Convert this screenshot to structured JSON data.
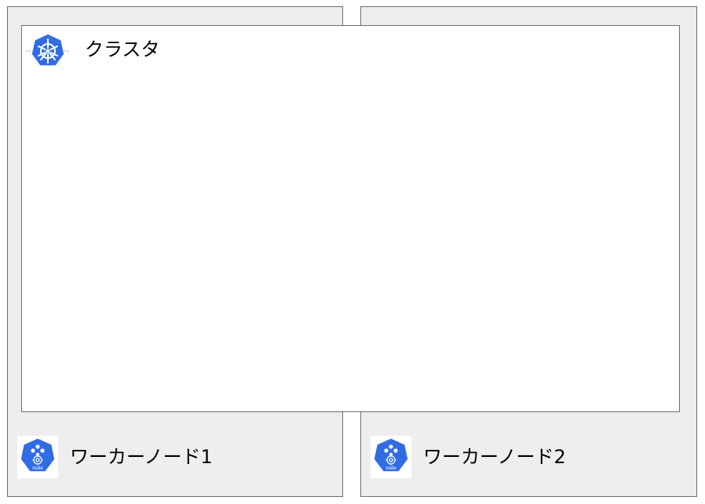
{
  "cluster": {
    "label": "クラスタ",
    "icon": "kubernetes-helm-icon"
  },
  "nodes": [
    {
      "label": "ワーカーノード1",
      "icon": "kubernetes-node-icon",
      "badge": "node"
    },
    {
      "label": "ワーカーノード2",
      "icon": "kubernetes-node-icon",
      "badge": "node"
    }
  ],
  "colors": {
    "kubernetes_blue": "#326ce5",
    "node_fill": "#eeeeee",
    "border": "#6e6e6e",
    "cluster_fill": "#ffffff"
  }
}
